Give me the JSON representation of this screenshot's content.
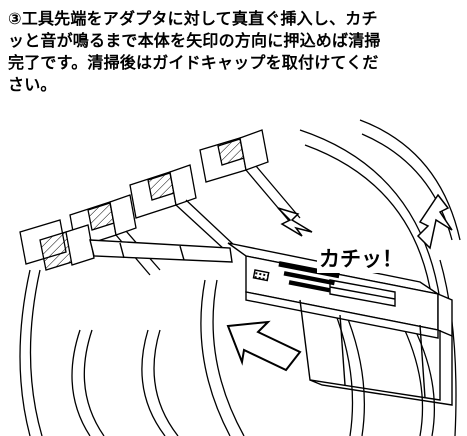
{
  "instruction": {
    "lines": [
      "③工具先端をアダプタに対して真直ぐ挿入し、カチ",
      "ッと音が鳴るまで本体を矢印の方向に押込めば清掃",
      "完了です。清掃後はガイドキャップを取付けてくだ",
      "さい。"
    ]
  },
  "illustration": {
    "sound_effect": "カチッ！",
    "arrow_icon": "direction-arrow-icon",
    "spark_icon": "click-spark-icon"
  }
}
